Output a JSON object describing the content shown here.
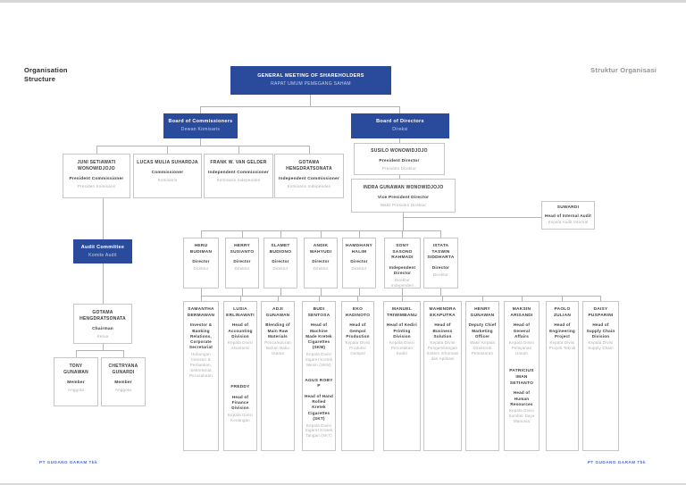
{
  "page": {
    "header_left": "Organisation Structure",
    "header_right": "Struktur Organisasi",
    "footer_left": "PT GUDANG GARAM Tbk",
    "footer_right": "PT GUDANG GARAM Tbk"
  },
  "colors": {
    "accent_blue": "#2a4b9b",
    "line_gray": "#b3b3b3",
    "muted_text": "#a9a9a9",
    "footer_blue": "#5366cc"
  },
  "org": {
    "gms": {
      "en": "GENERAL MEETING OF SHAREHOLDERS",
      "id": "RAPAT UMUM PEMEGANG SAHAM"
    },
    "boc": {
      "en": "Board of Commissioners",
      "id": "Dewan Komisaris"
    },
    "bod": {
      "en": "Board of Directors",
      "id": "Direksi"
    },
    "audit_committee": {
      "en": "Audit Committee",
      "id": "Komite Audit"
    },
    "commissioners": [
      {
        "name": "JUNI SETIAWATI WONOWIDJOJO",
        "title_en": "President Commissioner",
        "title_id": "Presiden Komisaris"
      },
      {
        "name": "LUCAS MULIA SUHARDJA",
        "title_en": "Commissioner",
        "title_id": "Komisaris"
      },
      {
        "name": "FRANK W. VAN GELDER",
        "title_en": "Independent Commissioner",
        "title_id": "Komisaris Independen"
      },
      {
        "name": "GOTAMA HENGDRATSONATA",
        "title_en": "Independent Commissioner",
        "title_id": "Komisaris Independen"
      }
    ],
    "audit_chairman": {
      "name": "GOTAMA HENGDRATSONATA",
      "title_en": "Chairman",
      "title_id": "Ketua"
    },
    "audit_members": [
      {
        "name": "TONY GUNAWAN",
        "title_en": "Member",
        "title_id": "Anggota"
      },
      {
        "name": "CHETRYANA GUNARDI",
        "title_en": "Member",
        "title_id": "Anggota"
      }
    ],
    "president_director": {
      "name": "SUSILO WONOWIDJOJO",
      "title_en": "President Director",
      "title_id": "Presiden Direktur"
    },
    "vice_president_director": {
      "name": "INDRA GUNAWAN WONOWIDJOJO",
      "title_en": "Vice President Director",
      "title_id": "Wakil Presiden Direktur"
    },
    "internal_audit": {
      "name": "SUWARDI",
      "title_en": "Head of Internal Audit",
      "title_id": "Kepala Audit Internal"
    },
    "directors": [
      {
        "name": "HERU BUDIMAN",
        "title_en": "Director",
        "title_id": "Direktur"
      },
      {
        "name": "HERRY SUSIANTO",
        "title_en": "Director",
        "title_id": "Direktur"
      },
      {
        "name": "SLAMET BUDIONO",
        "title_en": "Director",
        "title_id": "Direktur"
      },
      {
        "name": "ANDIK WAHYUDI",
        "title_en": "Director",
        "title_id": "Direktur"
      },
      {
        "name": "HAMDHANY HALIM",
        "title_en": "Director",
        "title_id": "Direktur"
      },
      {
        "name": "SONY SASONO RAHMADI",
        "title_en": "Independent Director",
        "title_id": "Direktur Independen"
      },
      {
        "name": "ISTATA TASWIN SIDDHARTA",
        "title_en": "Director",
        "title_id": "Direktur"
      }
    ],
    "columns": [
      {
        "entries": [
          {
            "name": "SAMANTHA DERMAWAN",
            "title_en": "Investor & Banking Relations, Corporate Secretariat",
            "title_id": "Hubungan Investor & Perbankan, Sekretariat Perusahaan"
          }
        ]
      },
      {
        "entries": [
          {
            "name": "LUSIA ERLINAWATI",
            "title_en": "Head of Accounting Division",
            "title_id": "Kepala Divisi Akuntansi"
          },
          {
            "name": "FREDDY",
            "title_en": "Head of Finance Division",
            "title_id": "Kepala Divisi Keuangan"
          }
        ]
      },
      {
        "entries": [
          {
            "name": "ADJI GUNAWAN",
            "title_en": "Blending of Main Raw Materials",
            "title_id": "Pencampuran Bahan Baku Utama"
          }
        ]
      },
      {
        "entries": [
          {
            "name": "BUDI SENTOSA",
            "title_en": "Head of Machine Made Kretek Cigarettes (SKM)",
            "title_id": "Kepala Divisi Sigaret Kretek Mesin (SKM)"
          },
          {
            "name": "AGUS ROBY P",
            "title_en": "Head of Hand Rolled Kretek Cigarettes (SKT)",
            "title_id": "Kepala Divisi Sigaret Kretek Tangan (SKT)"
          }
        ]
      },
      {
        "entries": [
          {
            "name": "EKO HADINOTO",
            "title_en": "Head of Gempol Production",
            "title_id": "Kepala Divisi Produksi Gempol"
          }
        ]
      },
      {
        "entries": [
          {
            "name": "MANUEL TRIWIMBANU",
            "title_en": "Head of Kediri Printing Division",
            "title_id": "Kepala Divisi Percetakan Kediri"
          }
        ]
      },
      {
        "entries": [
          {
            "name": "MAHENDRA EKAPUTRA",
            "title_en": "Head of Business Solution",
            "title_id": "Kepala Divisi Pengembangan Sistem Informasi dan Aplikasi"
          }
        ]
      },
      {
        "entries": [
          {
            "name": "HENRY GUNAWAN",
            "title_en": "Deputy Chief Marketing Officer",
            "title_id": "Wakil Kepala Direktorat Pemasaran"
          }
        ]
      },
      {
        "entries": [
          {
            "name": "MAKSIN ARISANDI",
            "title_en": "Head of General Affairs",
            "title_id": "Kepala Divisi Pelayanan Umum"
          },
          {
            "name": "PATRICIUS IMAN SETIANTO",
            "title_en": "Head of Human Resources",
            "title_id": "Kepala Divisi Sumber Daya Manusia"
          }
        ]
      },
      {
        "entries": [
          {
            "name": "PAOLO ZULIAN",
            "title_en": "Head of Engineering Project",
            "title_id": "Kepala Divisi Proyek Teknik"
          }
        ]
      },
      {
        "entries": [
          {
            "name": "DAISY PUSPARINI",
            "title_en": "Head of Supply Chain Division",
            "title_id": "Kepala Divisi Supply Chain"
          }
        ]
      }
    ]
  }
}
